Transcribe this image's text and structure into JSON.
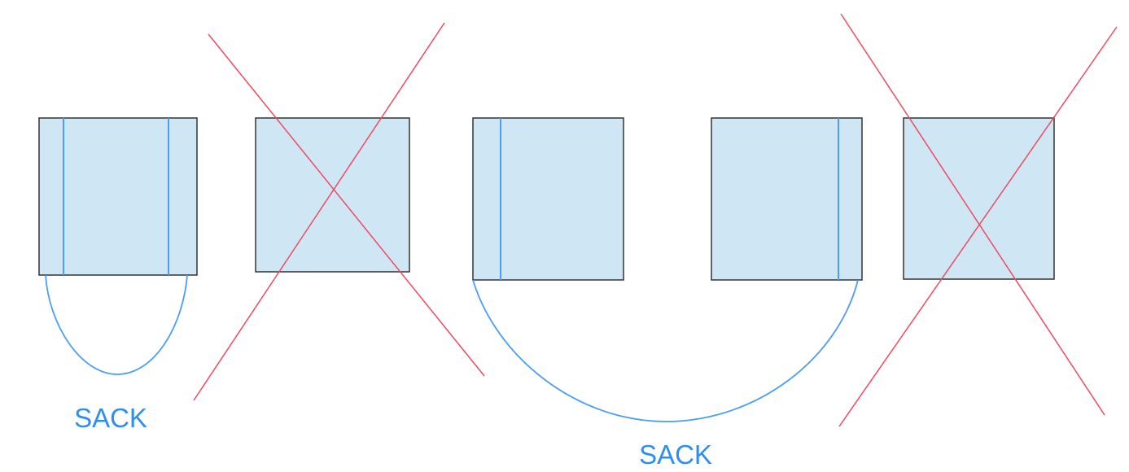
{
  "labels": {
    "sack_left": "SACK",
    "sack_right": "SACK"
  },
  "colors": {
    "box_fill": "#cfe7f5",
    "box_stroke": "#333333",
    "range_line": "#4a9ff5",
    "cross": "#f04a5f",
    "label": "#2f8ff0"
  },
  "packets": [
    {
      "id": "packet-1",
      "crossed": false
    },
    {
      "id": "packet-2",
      "crossed": true
    },
    {
      "id": "packet-3",
      "crossed": false
    },
    {
      "id": "packet-4",
      "crossed": false
    },
    {
      "id": "packet-5",
      "crossed": true
    }
  ]
}
